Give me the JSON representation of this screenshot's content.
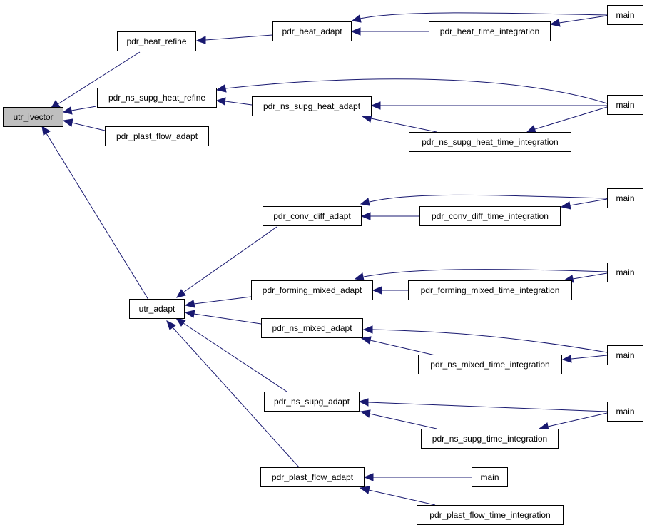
{
  "graph": {
    "colors": {
      "edge": "#191970",
      "root_fill": "#bfbfbf",
      "node_fill": "#ffffff",
      "border": "#000000"
    },
    "nodes": {
      "utr_ivector": "utr_ivector",
      "pdr_heat_refine": "pdr_heat_refine",
      "pdr_ns_supg_heat_refine": "pdr_ns_supg_heat_refine",
      "pdr_plast_flow_adapt_top": "pdr_plast_flow_adapt",
      "utr_adapt": "utr_adapt",
      "pdr_heat_adapt": "pdr_heat_adapt",
      "pdr_heat_time_integration": "pdr_heat_time_integration",
      "main_1": "main",
      "pdr_ns_supg_heat_adapt": "pdr_ns_supg_heat_adapt",
      "pdr_ns_supg_heat_time_integration": "pdr_ns_supg_heat_time_integration",
      "main_2": "main",
      "pdr_conv_diff_adapt": "pdr_conv_diff_adapt",
      "pdr_conv_diff_time_integration": "pdr_conv_diff_time_integration",
      "main_3": "main",
      "pdr_forming_mixed_adapt": "pdr_forming_mixed_adapt",
      "pdr_forming_mixed_time_integration": "pdr_forming_mixed_time_integration",
      "main_4": "main",
      "pdr_ns_mixed_adapt": "pdr_ns_mixed_adapt",
      "pdr_ns_mixed_time_integration": "pdr_ns_mixed_time_integration",
      "main_5": "main",
      "pdr_ns_supg_adapt": "pdr_ns_supg_adapt",
      "pdr_ns_supg_time_integration": "pdr_ns_supg_time_integration",
      "main_6": "main",
      "pdr_plast_flow_adapt": "pdr_plast_flow_adapt",
      "main_7": "main",
      "pdr_plast_flow_time_integration": "pdr_plast_flow_time_integration"
    },
    "edges": [
      {
        "from": "pdr_heat_refine",
        "to": "utr_ivector"
      },
      {
        "from": "pdr_ns_supg_heat_refine",
        "to": "utr_ivector"
      },
      {
        "from": "pdr_plast_flow_adapt_top",
        "to": "utr_ivector"
      },
      {
        "from": "utr_adapt",
        "to": "utr_ivector"
      },
      {
        "from": "pdr_heat_adapt",
        "to": "pdr_heat_refine"
      },
      {
        "from": "main_1",
        "to": "pdr_heat_adapt"
      },
      {
        "from": "pdr_heat_time_integration",
        "to": "pdr_heat_adapt"
      },
      {
        "from": "main_1",
        "to": "pdr_heat_time_integration"
      },
      {
        "from": "main_2",
        "to": "pdr_ns_supg_heat_refine"
      },
      {
        "from": "pdr_ns_supg_heat_adapt",
        "to": "pdr_ns_supg_heat_refine"
      },
      {
        "from": "main_2",
        "to": "pdr_ns_supg_heat_adapt"
      },
      {
        "from": "pdr_ns_supg_heat_time_integration",
        "to": "pdr_ns_supg_heat_adapt"
      },
      {
        "from": "main_2",
        "to": "pdr_ns_supg_heat_time_integration"
      },
      {
        "from": "pdr_conv_diff_adapt",
        "to": "utr_adapt"
      },
      {
        "from": "pdr_forming_mixed_adapt",
        "to": "utr_adapt"
      },
      {
        "from": "pdr_ns_mixed_adapt",
        "to": "utr_adapt"
      },
      {
        "from": "pdr_ns_supg_adapt",
        "to": "utr_adapt"
      },
      {
        "from": "pdr_plast_flow_adapt",
        "to": "utr_adapt"
      },
      {
        "from": "main_3",
        "to": "pdr_conv_diff_adapt"
      },
      {
        "from": "pdr_conv_diff_time_integration",
        "to": "pdr_conv_diff_adapt"
      },
      {
        "from": "main_3",
        "to": "pdr_conv_diff_time_integration"
      },
      {
        "from": "main_4",
        "to": "pdr_forming_mixed_adapt"
      },
      {
        "from": "pdr_forming_mixed_time_integration",
        "to": "pdr_forming_mixed_adapt"
      },
      {
        "from": "main_4",
        "to": "pdr_forming_mixed_time_integration"
      },
      {
        "from": "main_5",
        "to": "pdr_ns_mixed_adapt"
      },
      {
        "from": "pdr_ns_mixed_time_integration",
        "to": "pdr_ns_mixed_adapt"
      },
      {
        "from": "main_5",
        "to": "pdr_ns_mixed_time_integration"
      },
      {
        "from": "main_6",
        "to": "pdr_ns_supg_adapt"
      },
      {
        "from": "pdr_ns_supg_time_integration",
        "to": "pdr_ns_supg_adapt"
      },
      {
        "from": "main_6",
        "to": "pdr_ns_supg_time_integration"
      },
      {
        "from": "main_7",
        "to": "pdr_plast_flow_adapt"
      },
      {
        "from": "pdr_plast_flow_time_integration",
        "to": "pdr_plast_flow_adapt"
      }
    ]
  }
}
